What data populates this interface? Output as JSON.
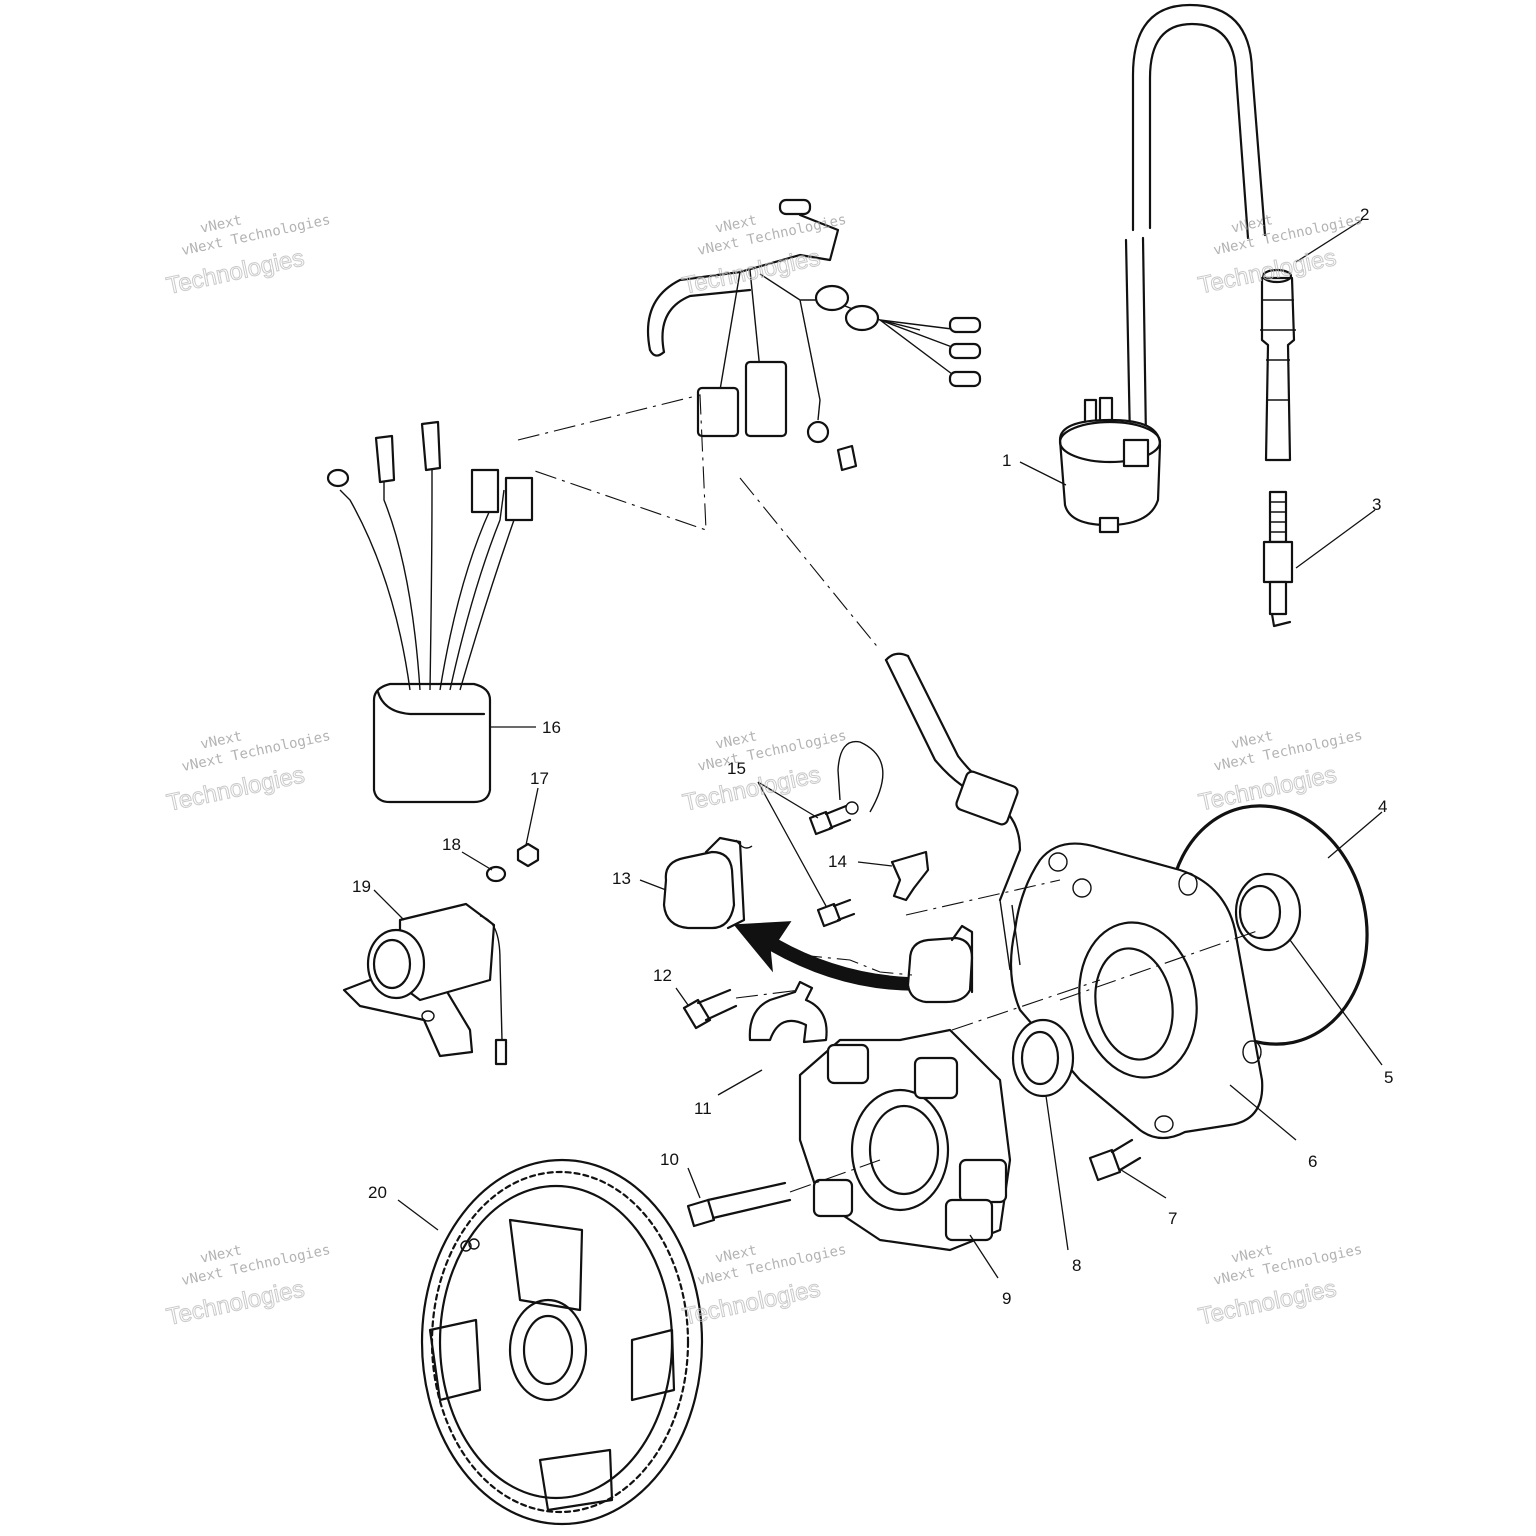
{
  "callouts": [
    {
      "id": "1",
      "text": "1"
    },
    {
      "id": "2",
      "text": "2"
    },
    {
      "id": "3",
      "text": "3"
    },
    {
      "id": "4",
      "text": "4"
    },
    {
      "id": "5",
      "text": "5"
    },
    {
      "id": "6",
      "text": "6"
    },
    {
      "id": "7",
      "text": "7"
    },
    {
      "id": "8",
      "text": "8"
    },
    {
      "id": "9",
      "text": "9"
    },
    {
      "id": "10",
      "text": "10"
    },
    {
      "id": "11",
      "text": "11"
    },
    {
      "id": "12",
      "text": "12"
    },
    {
      "id": "13",
      "text": "13"
    },
    {
      "id": "14",
      "text": "14"
    },
    {
      "id": "15",
      "text": "15"
    },
    {
      "id": "16",
      "text": "16"
    },
    {
      "id": "17",
      "text": "17"
    },
    {
      "id": "18",
      "text": "18"
    },
    {
      "id": "19",
      "text": "19"
    },
    {
      "id": "20",
      "text": "20"
    }
  ],
  "watermark": {
    "line1": "vNext",
    "line2": "vNext Technologies",
    "line3": "Technologies"
  }
}
